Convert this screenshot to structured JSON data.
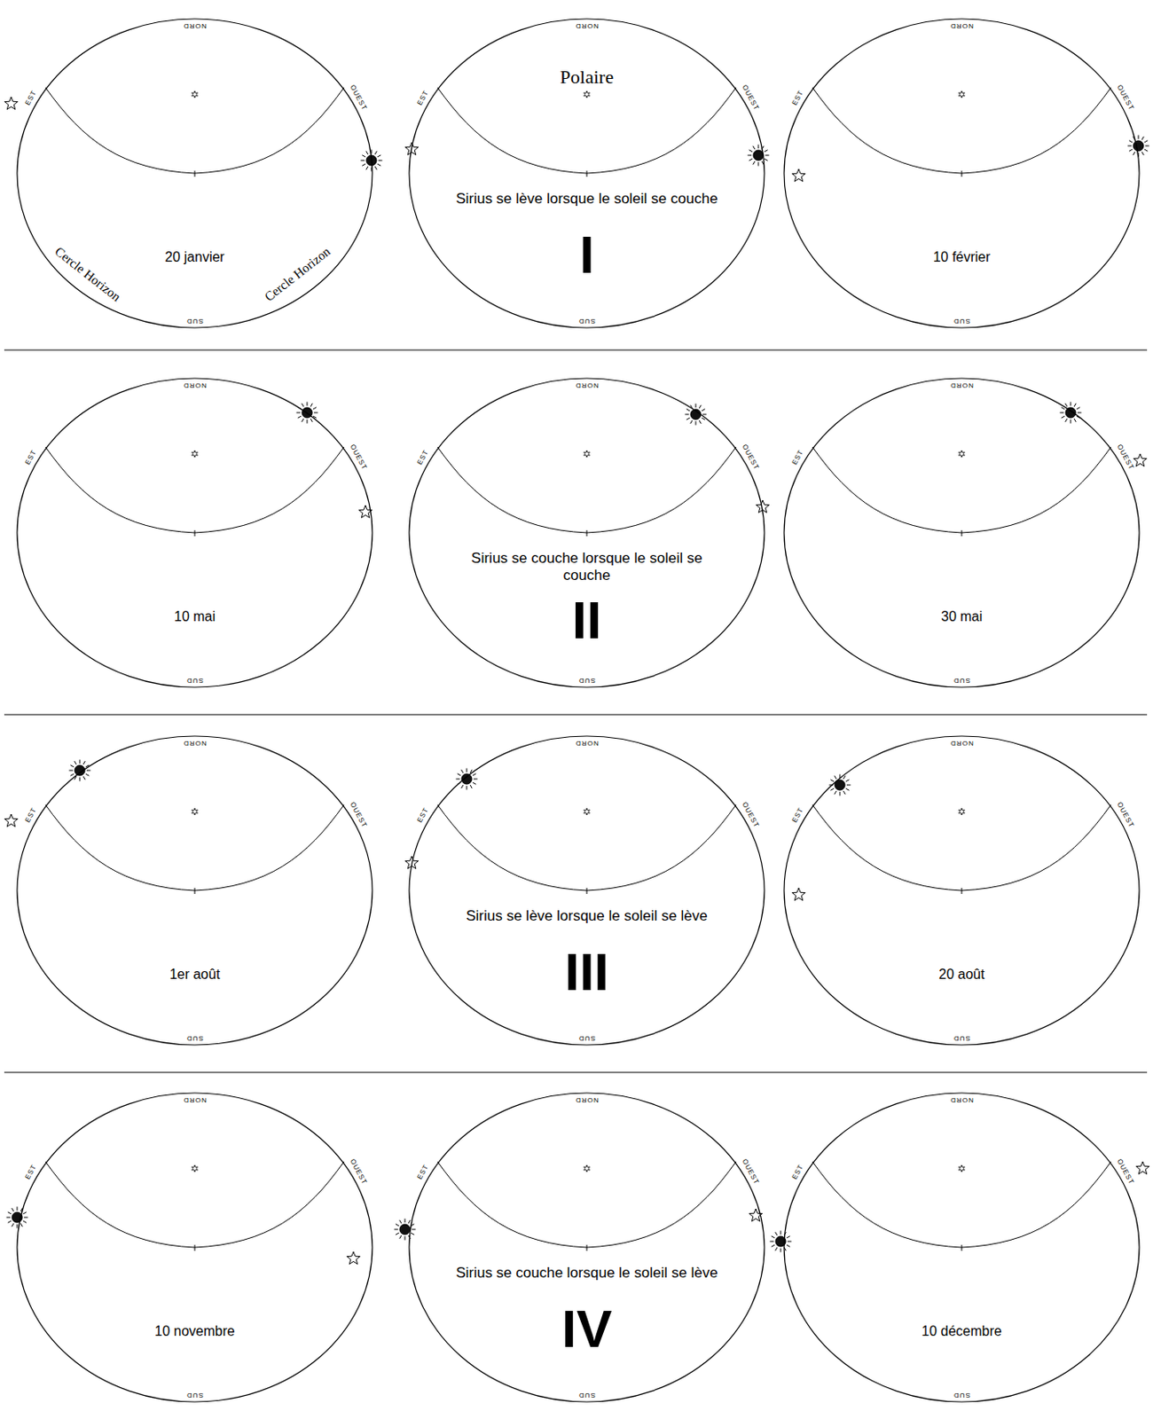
{
  "diagram": {
    "nodes": [
      {
        "text": [
          "NORD",
          "EST",
          "OUEST",
          "SUD",
          "20 janvier",
          "Cercle Horizon",
          "Cercle Horizon"
        ]
      },
      {
        "text": [
          "NORD",
          "EST",
          "OUEST",
          "SUD",
          "Polaire",
          "Sirius se lève lorsque le soleil se couche",
          "I"
        ]
      },
      {
        "text": [
          "NORD",
          "EST",
          "OUEST",
          "SUD",
          "10 février"
        ]
      },
      {
        "text": [
          "NORD",
          "EST",
          "OUEST",
          "SUD",
          "10 mai"
        ]
      },
      {
        "text": [
          "NORD",
          "EST",
          "OUEST",
          "SUD",
          "Sirius se couche lorsque le soleil se couche",
          "II"
        ]
      },
      {
        "text": [
          "NORD",
          "EST",
          "OUEST",
          "SUD",
          "30 mai"
        ]
      },
      {
        "text": [
          "NORD",
          "EST",
          "OUEST",
          "SUD",
          "1er août"
        ]
      },
      {
        "text": [
          "NORD",
          "EST",
          "OUEST",
          "SUD",
          "Sirius se lève lorsque le soleil se lève",
          "III"
        ]
      },
      {
        "text": [
          "NORD",
          "EST",
          "OUEST",
          "SUD",
          "20 août"
        ]
      },
      {
        "text": [
          "NORD",
          "EST",
          "OUEST",
          "SUD",
          "10 novembre"
        ]
      },
      {
        "text": [
          "NORD",
          "EST",
          "OUEST",
          "SUD",
          "Sirius se couche lorsque le soleil se lève",
          "IV"
        ]
      },
      {
        "text": [
          "NORD",
          "EST",
          "OUEST",
          "SUD",
          "10 décembre"
        ]
      }
    ]
  }
}
